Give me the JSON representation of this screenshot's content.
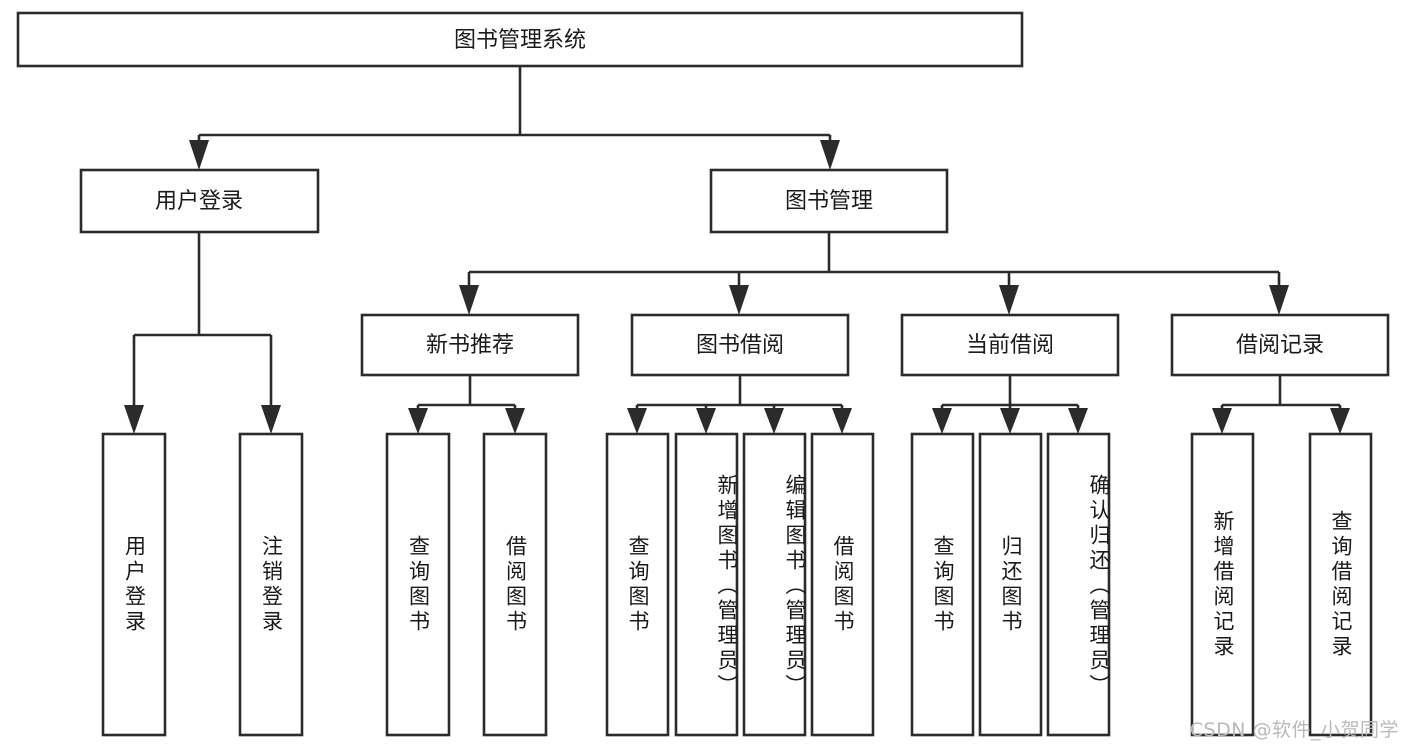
{
  "diagram": {
    "type": "tree",
    "title": "图书管理系统",
    "watermark": "CSDN @软件_小贺同学",
    "colors": {
      "box_stroke": "#2b2b2b",
      "box_fill": "#ffffff",
      "text": "#1a1a1a",
      "background": "#ffffff",
      "watermark": "#b9b9b9"
    },
    "root": {
      "label": "图书管理系统"
    },
    "level2": [
      {
        "label": "用户登录"
      },
      {
        "label": "图书管理"
      }
    ],
    "level3": [
      {
        "label": "新书推荐"
      },
      {
        "label": "图书借阅"
      },
      {
        "label": "当前借阅"
      },
      {
        "label": "借阅记录"
      }
    ],
    "leaves": {
      "user_login": [
        {
          "label": "用户登录"
        },
        {
          "label": "注销登录"
        }
      ],
      "new_book_rec": [
        {
          "label": "查询图书"
        },
        {
          "label": "借阅图书"
        }
      ],
      "book_borrow": [
        {
          "label": "查询图书"
        },
        {
          "label": "新增图书（管理员）"
        },
        {
          "label": "编辑图书（管理员）"
        },
        {
          "label": "借阅图书"
        }
      ],
      "current_borrow": [
        {
          "label": "查询图书"
        },
        {
          "label": "归还图书"
        },
        {
          "label": "确认归还（管理员）"
        }
      ],
      "borrow_record": [
        {
          "label": "新增借阅记录"
        },
        {
          "label": "查询借阅记录"
        }
      ]
    }
  }
}
